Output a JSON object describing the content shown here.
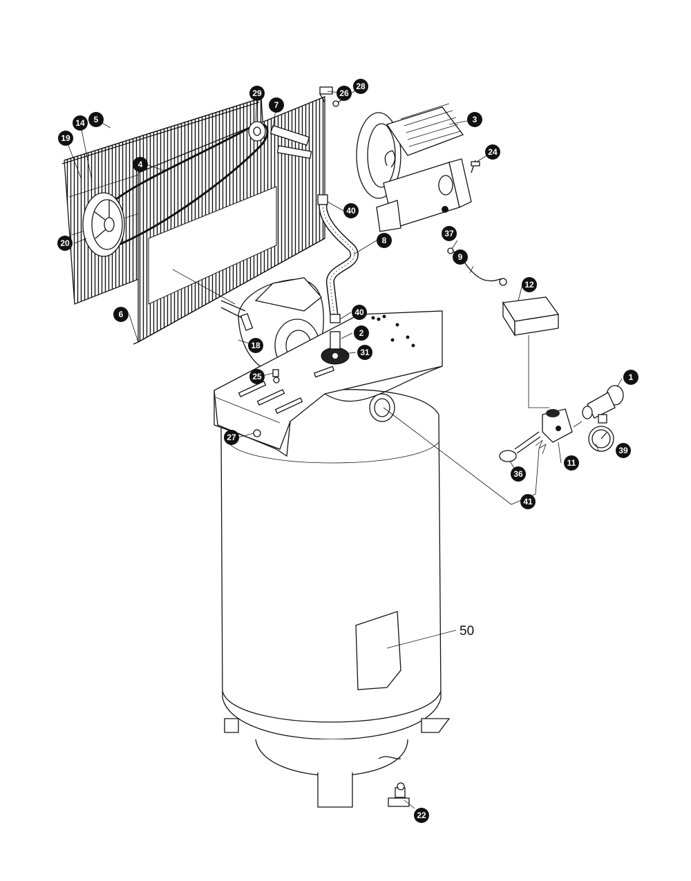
{
  "callouts": [
    {
      "id": "c1",
      "label": "1"
    },
    {
      "id": "c2",
      "label": "2"
    },
    {
      "id": "c3",
      "label": "3"
    },
    {
      "id": "c4",
      "label": "4"
    },
    {
      "id": "c5",
      "label": "5"
    },
    {
      "id": "c6",
      "label": "6"
    },
    {
      "id": "c7",
      "label": "7"
    },
    {
      "id": "c8",
      "label": "8"
    },
    {
      "id": "c9",
      "label": "9"
    },
    {
      "id": "c11",
      "label": "11"
    },
    {
      "id": "c12",
      "label": "12"
    },
    {
      "id": "c14",
      "label": "14"
    },
    {
      "id": "c18",
      "label": "18"
    },
    {
      "id": "c19",
      "label": "19"
    },
    {
      "id": "c20",
      "label": "20"
    },
    {
      "id": "c22",
      "label": "22"
    },
    {
      "id": "c24",
      "label": "24"
    },
    {
      "id": "c25",
      "label": "25"
    },
    {
      "id": "c26",
      "label": "26"
    },
    {
      "id": "c27",
      "label": "27"
    },
    {
      "id": "c28",
      "label": "28"
    },
    {
      "id": "c29",
      "label": "29"
    },
    {
      "id": "c31",
      "label": "31"
    },
    {
      "id": "c36",
      "label": "36"
    },
    {
      "id": "c37",
      "label": "37"
    },
    {
      "id": "c39",
      "label": "39"
    },
    {
      "id": "c40a",
      "label": "40"
    },
    {
      "id": "c40b",
      "label": "40"
    },
    {
      "id": "c41",
      "label": "41"
    }
  ],
  "plain_labels": [
    {
      "id": "p50",
      "label": "50"
    }
  ]
}
